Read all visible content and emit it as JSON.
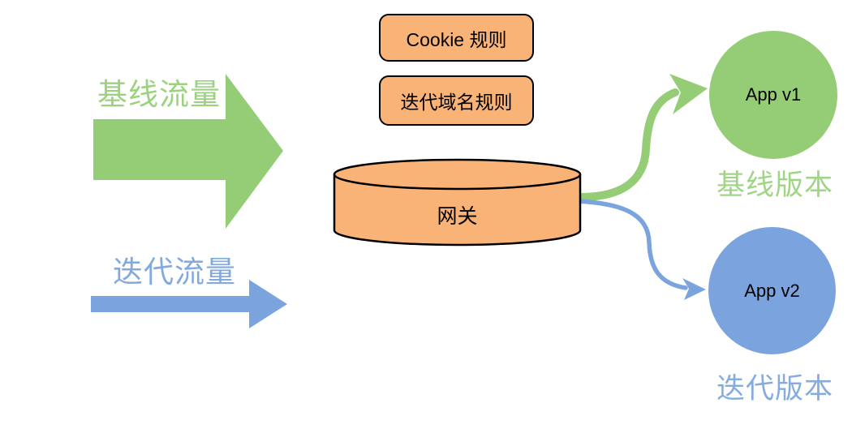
{
  "traffic": {
    "baseline_label": "基线流量",
    "iteration_label": "迭代流量"
  },
  "rules": {
    "cookie_rule": "Cookie 规则",
    "domain_rule": "迭代域名规则"
  },
  "gateway": {
    "label": "网关"
  },
  "targets": {
    "app_v1": {
      "label": "App v1",
      "caption": "基线版本"
    },
    "app_v2": {
      "label": "App v2",
      "caption": "迭代版本"
    }
  },
  "colors": {
    "baseline_green": "#95cd77",
    "iteration_blue": "#7ba4de",
    "node_orange": "#f9b377",
    "outline_black": "#000000",
    "background": "#ffffff"
  }
}
